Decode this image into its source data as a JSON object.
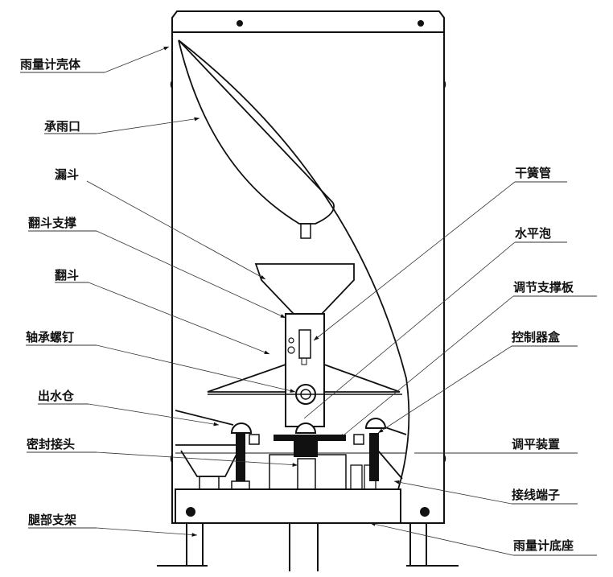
{
  "title": "雨量计结构示意图",
  "left_labels": [
    "雨量计壳体",
    "承雨口",
    "漏斗",
    "翻斗支撑",
    "翻斗",
    "轴承螺钉",
    "出水仓",
    "密封接头",
    "腿部支架"
  ],
  "right_labels": [
    "干簧管",
    "水平泡",
    "调节支撑板",
    "控制器盒",
    "调平装置",
    "接线端子",
    "雨量计底座"
  ]
}
